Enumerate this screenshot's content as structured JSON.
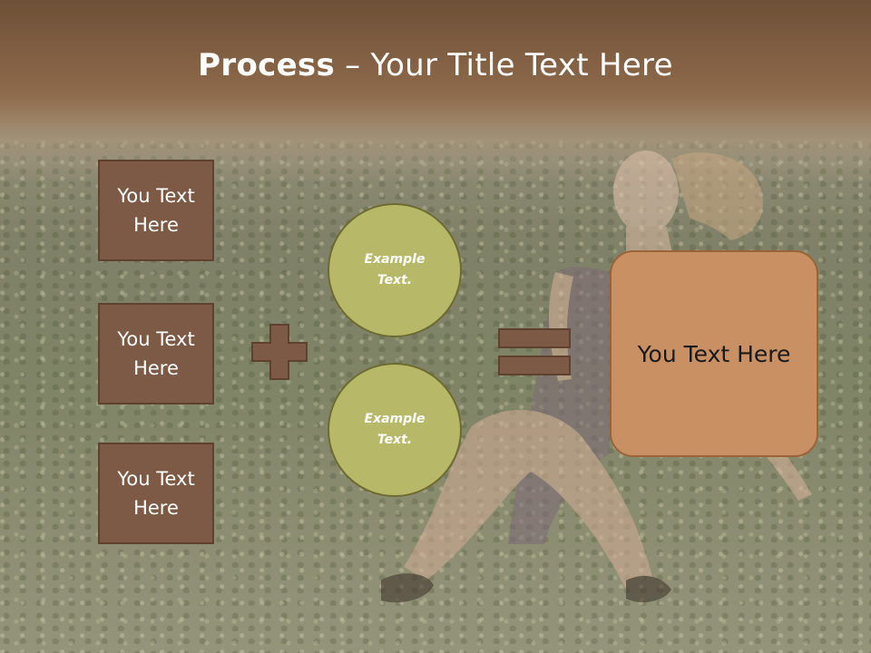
{
  "title": {
    "bold": "Process",
    "rest": " – Your Title Text Here"
  },
  "left_boxes": [
    {
      "line1": "You Text",
      "line2": "Here"
    },
    {
      "line1": "You Text",
      "line2": "Here"
    },
    {
      "line1": "You Text",
      "line2": "Here"
    }
  ],
  "circles": [
    {
      "line1": "Example",
      "line2": "Text."
    },
    {
      "line1": "Example",
      "line2": "Text."
    }
  ],
  "result": {
    "label": "You Text Here"
  },
  "operators": {
    "plus": "plus-icon",
    "equals": "equals-icon"
  },
  "colors": {
    "box_fill": "#7d5a45",
    "circle_fill": "#b8b968",
    "result_fill": "#c99063",
    "header_brown": "#6e5038"
  }
}
